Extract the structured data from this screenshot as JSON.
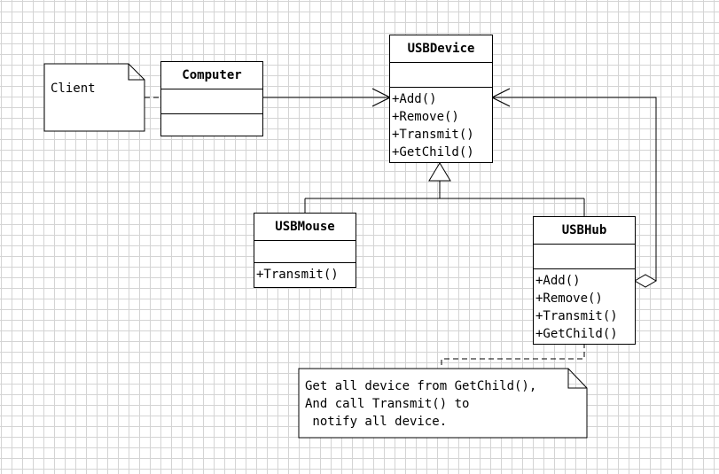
{
  "client_note": {
    "text": "Client"
  },
  "computer": {
    "name": "Computer"
  },
  "usb_device": {
    "name": "USBDevice",
    "operations": [
      "+Add()",
      "+Remove()",
      "+Transmit()",
      "+GetChild()"
    ]
  },
  "usb_mouse": {
    "name": "USBMouse",
    "operations": [
      "+Transmit()"
    ]
  },
  "usb_hub": {
    "name": "USBHub",
    "operations": [
      "+Add()",
      "+Remove()",
      "+Transmit()",
      "+GetChild()"
    ]
  },
  "hub_note": {
    "lines": [
      "Get all device from GetChild(),",
      "And call Transmit() to",
      " notify all device."
    ]
  }
}
